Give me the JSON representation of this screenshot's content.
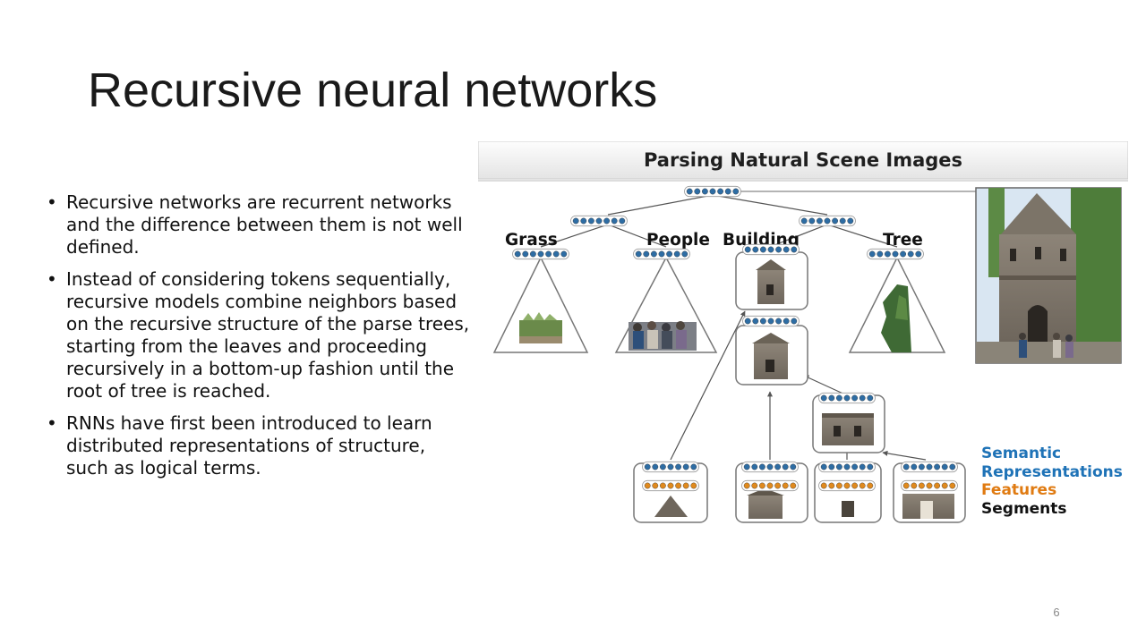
{
  "slide": {
    "title": "Recursive neural networks",
    "bullets": [
      "Recursive networks are recurrent networks  and the difference between them is not well defined.",
      "Instead of considering tokens sequentially, recursive models combine neighbors based on the recursive structure of the parse trees, starting from the leaves and proceeding recursively in a bottom-up fashion until the root of tree is reached.",
      "RNNs have first been introduced to learn distributed representations of structure, such as logical terms."
    ],
    "page_number": "6"
  },
  "figure": {
    "title": "Parsing Natural Scene Images",
    "labels": {
      "grass": "Grass",
      "people": "People",
      "building": "Building",
      "tree": "Tree"
    },
    "legend": {
      "semantic": "Semantic",
      "representations": "Representations",
      "features": "Features",
      "segments": "Segments"
    },
    "colors": {
      "semantic_node": "#2e6da4",
      "feature_node": "#e08a1e",
      "legend_blue": "#1f73b7",
      "legend_orange": "#e07b12",
      "legend_black": "#111111"
    }
  }
}
